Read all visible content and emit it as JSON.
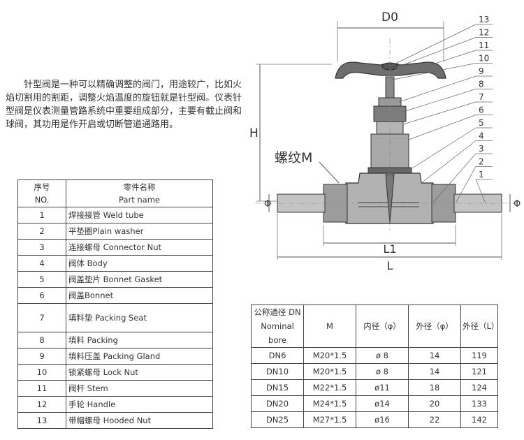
{
  "intro_text": "　　针型阀是一种可以精确调整的阀门，用途较广，比如火焰切割用的割距，调整火焰温度的旋钮就是针型阀。仪表针型阀是仪表测量管路系统中重要组成部分，主要有截止阀和球阀，其功用是作开启或切断管道通路用。",
  "parts_table": {
    "header_no_cn": "序号",
    "header_no_en": "NO.",
    "header_name_cn": "零件名称",
    "header_name_en": "Part name",
    "rows": [
      {
        "no": "1",
        "name": "焊接接管 Weld tube"
      },
      {
        "no": "2",
        "name": "平垫圈Plain washer"
      },
      {
        "no": "3",
        "name": "连接螺母 Connector Nut"
      },
      {
        "no": "4",
        "name": "阀体 Body"
      },
      {
        "no": "5",
        "name": "阀盖垫片 Bonnet Gasket"
      },
      {
        "no": "6",
        "name": "阀盖Bonnet"
      },
      {
        "no": "7",
        "name": "填料垫 Packing Seat"
      },
      {
        "no": "8",
        "name": "填料 Packing"
      },
      {
        "no": "9",
        "name": "填料压盖 Packing Gland"
      },
      {
        "no": "10",
        "name": "锁紧螺母 Lock Nut"
      },
      {
        "no": "11",
        "name": "阀杆 Stem"
      },
      {
        "no": "12",
        "name": "手轮 Handle"
      },
      {
        "no": "13",
        "name": "带帽螺母 Hooded Nut"
      }
    ]
  },
  "spec_table": {
    "headers": [
      "公称通径 DN Nominal bore",
      "M",
      "内径（φ）",
      "外径（φ）",
      "外径（L）"
    ],
    "rows": [
      [
        "DN6",
        "M20*1.5",
        "ø 8",
        "14",
        "119"
      ],
      [
        "DN10",
        "M20*1.5",
        "ø 8",
        "14",
        "121"
      ],
      [
        "DN15",
        "M22*1.5",
        "ø11",
        "18",
        "124"
      ],
      [
        "DN20",
        "M24*1.5",
        "ø14",
        "20",
        "133"
      ],
      [
        "DN25",
        "M27*1.5",
        "ø16",
        "22",
        "142"
      ]
    ]
  },
  "drawing": {
    "label_d0": "D0",
    "label_h": "H",
    "label_m": "螺纹M",
    "label_l1": "L1",
    "label_l": "L",
    "label_phi": "Φ",
    "callouts": [
      "13",
      "12",
      "11",
      "10",
      "9",
      "8",
      "7",
      "6",
      "5",
      "4",
      "3",
      "2",
      "1"
    ]
  }
}
